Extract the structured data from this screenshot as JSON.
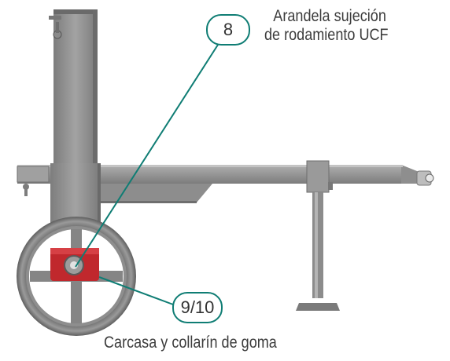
{
  "callouts": [
    {
      "number": "8",
      "description_line1": "Arandela sujeción",
      "description_line2": "de rodamiento UCF"
    },
    {
      "number": "9/10",
      "description": "Carcasa y collarín de goma"
    }
  ],
  "colors": {
    "callout_accent": "#0f7d74",
    "frame_steel": "#8f8f8f",
    "bearing_housing": "#c0282d",
    "text": "#3c3c3c"
  }
}
